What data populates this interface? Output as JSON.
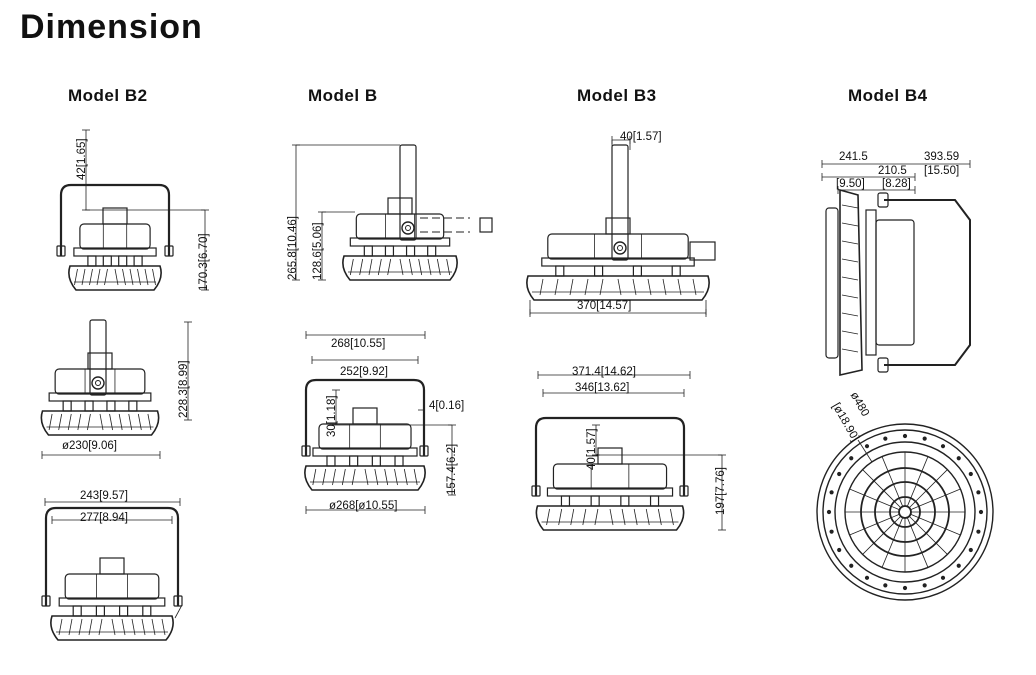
{
  "title": "Dimension",
  "models": [
    {
      "name": "Model B2",
      "dims": {
        "top_height": "42[1.65]",
        "top_total": "170.3[6.70]",
        "side_height": "228.3[8.99]",
        "side_diameter": "ø230[9.06]",
        "front_outer": "243[9.57]",
        "front_inner": "277[8.94]"
      }
    },
    {
      "name": "Model B",
      "dims": {
        "side_total": "265.8[10.46]",
        "side_body": "128.6[5.06]",
        "front_outer": "268[10.55]",
        "front_inner": "252[9.92]",
        "bracket_thickness": "4[0.16]",
        "top_height": "30[1.18]",
        "front_total": "157.4[6.2]",
        "front_diameter": "ø268[ø10.55]"
      }
    },
    {
      "name": "Model B3",
      "dims": {
        "bracket_width": "40[1.57]",
        "side_width": "370[14.57]",
        "front_outer": "371.4[14.62]",
        "front_inner": "346[13.62]",
        "top_height": "40[1.57]",
        "front_total": "197[7.76]"
      }
    },
    {
      "name": "Model B4",
      "dims": {
        "depth_mm": "241.5",
        "total_mm": "393.59",
        "inner_mm": "210.5",
        "total_in": "[15.50]",
        "depth_in": "[9.50]",
        "inner_in": "[8.28]",
        "diameter_mm": "ø480",
        "diameter_in": "[ø18.90]"
      }
    }
  ]
}
